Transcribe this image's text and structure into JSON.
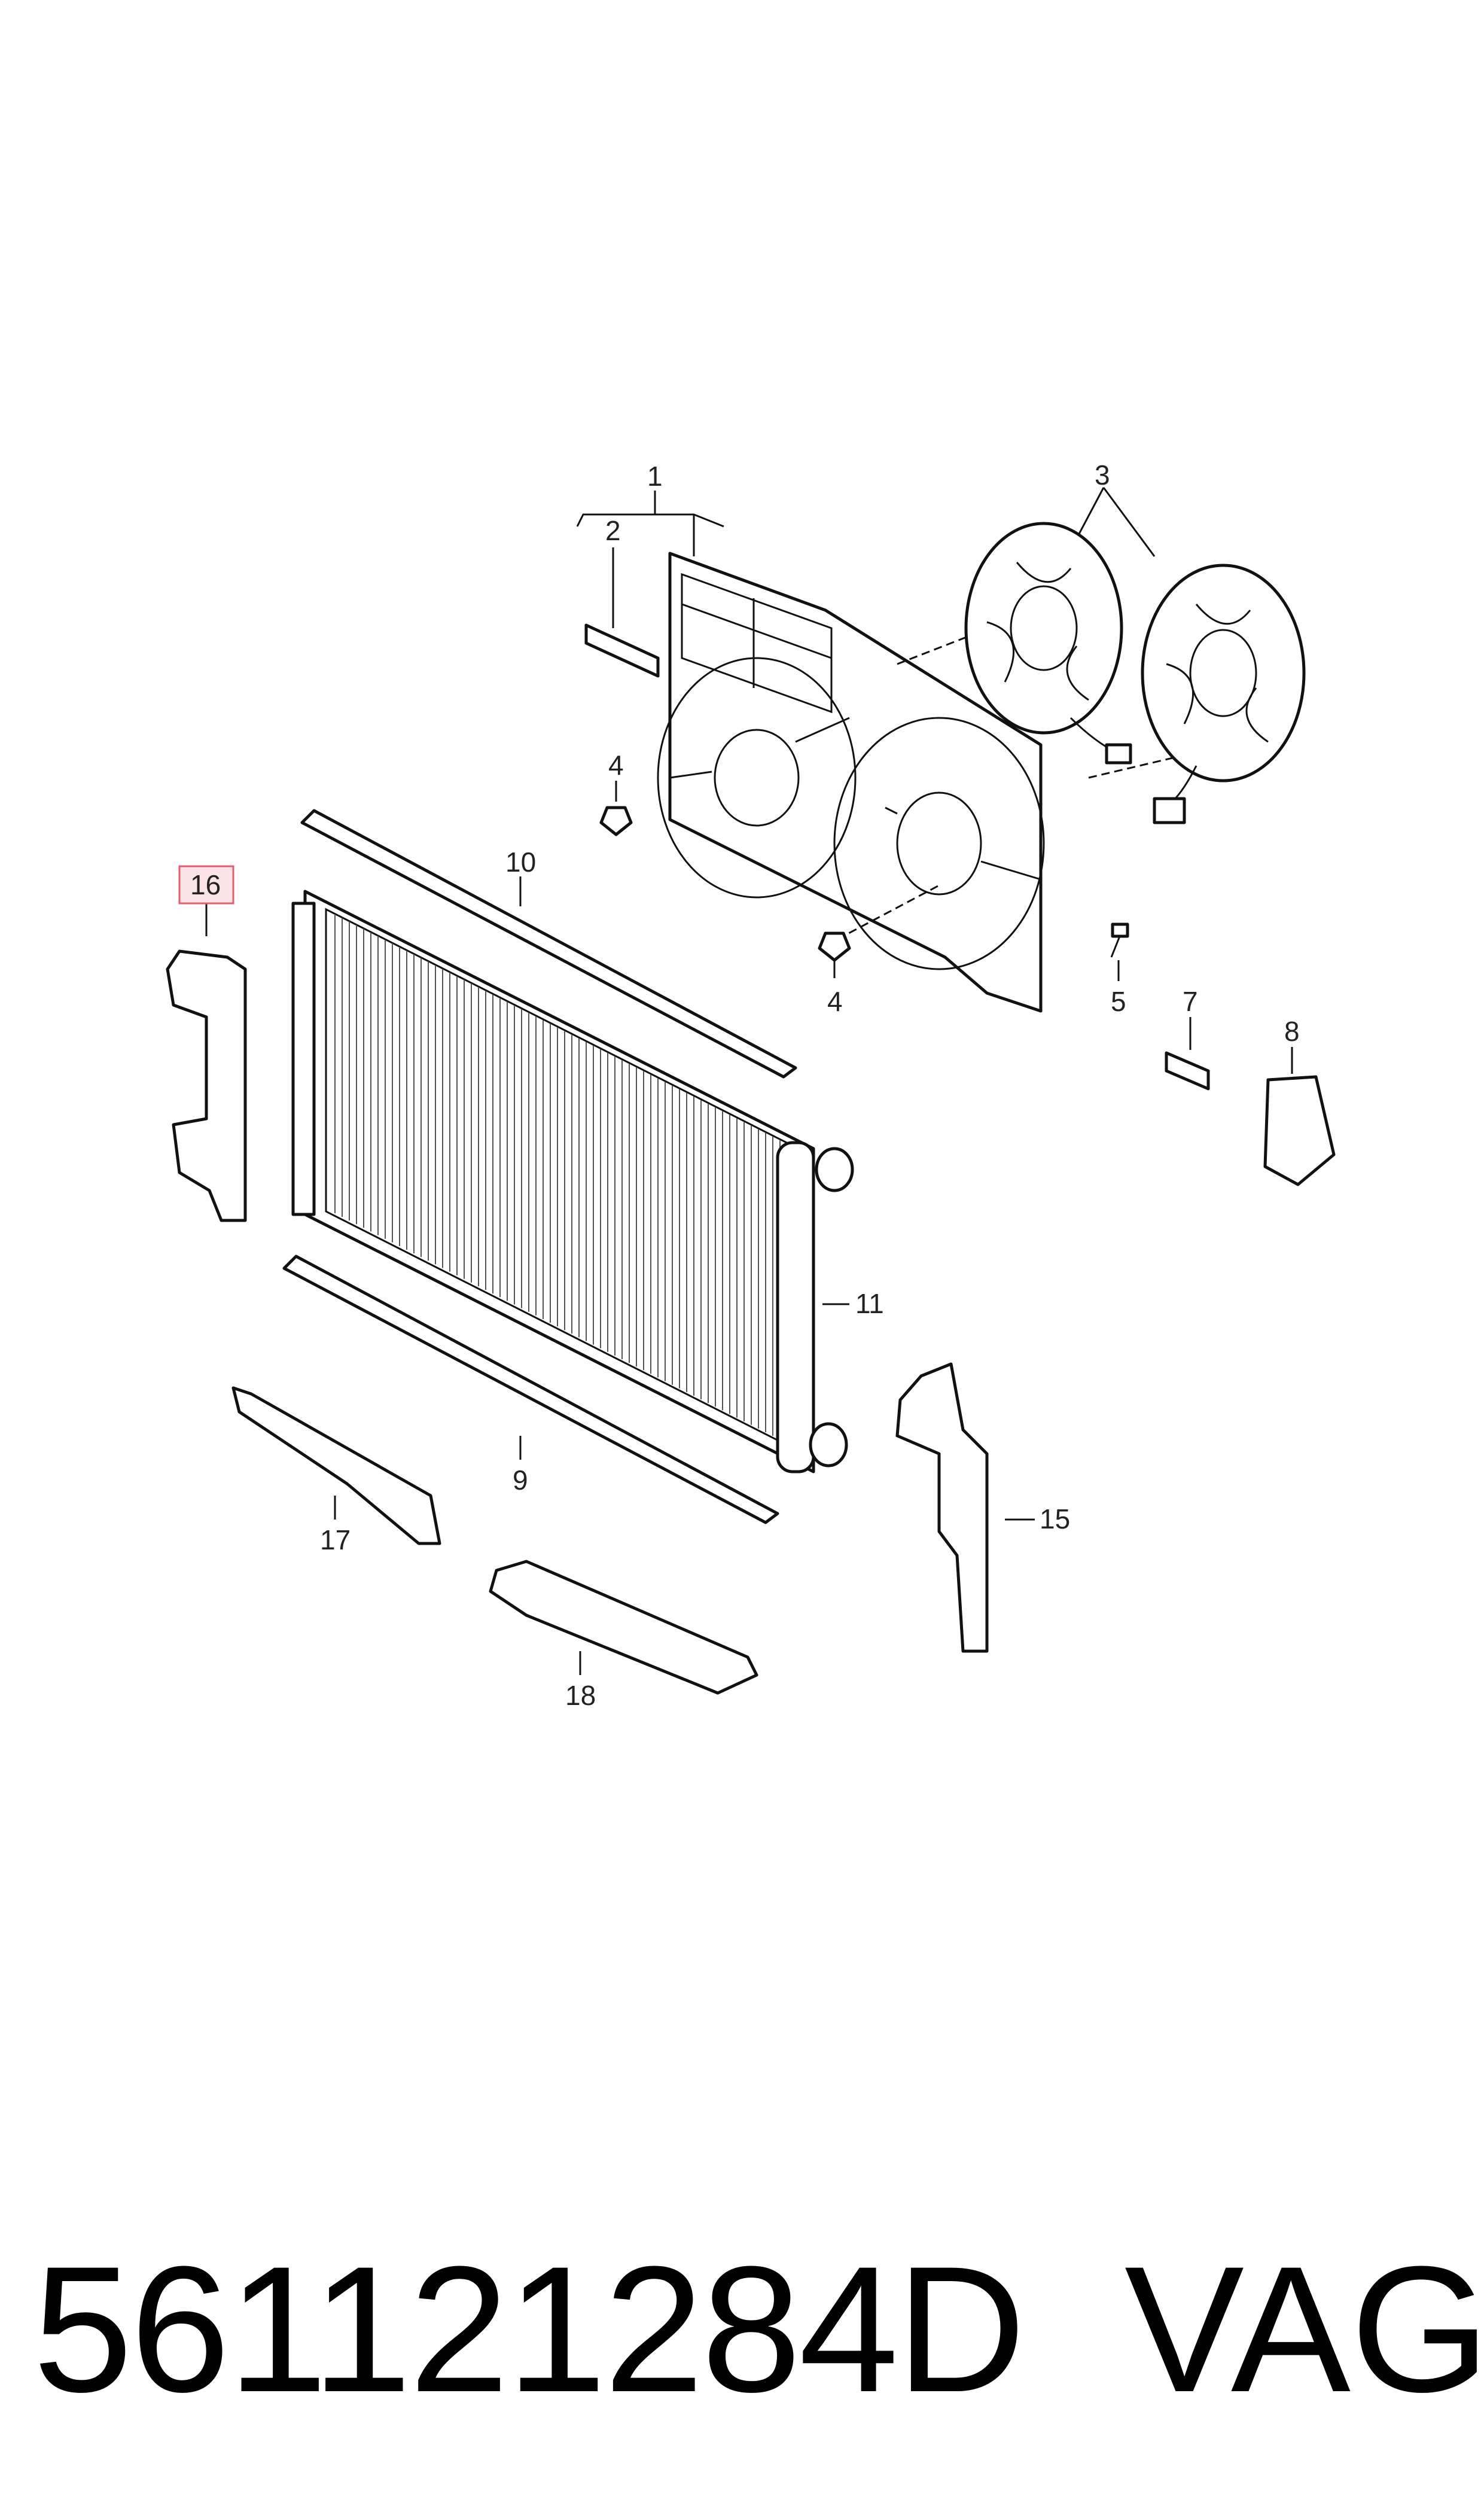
{
  "callouts": {
    "c1": "1",
    "c2": "2",
    "c3": "3",
    "c4a": "4",
    "c4b": "4",
    "c5": "5",
    "c7": "7",
    "c8": "8",
    "c9": "9",
    "c10": "10",
    "c11": "11",
    "c15": "15",
    "c16": "16",
    "c17": "17",
    "c18": "18"
  },
  "highlighted_callout": "16",
  "highlight_color": "#e06070",
  "part_number": "561121284D",
  "brand": "VAG"
}
